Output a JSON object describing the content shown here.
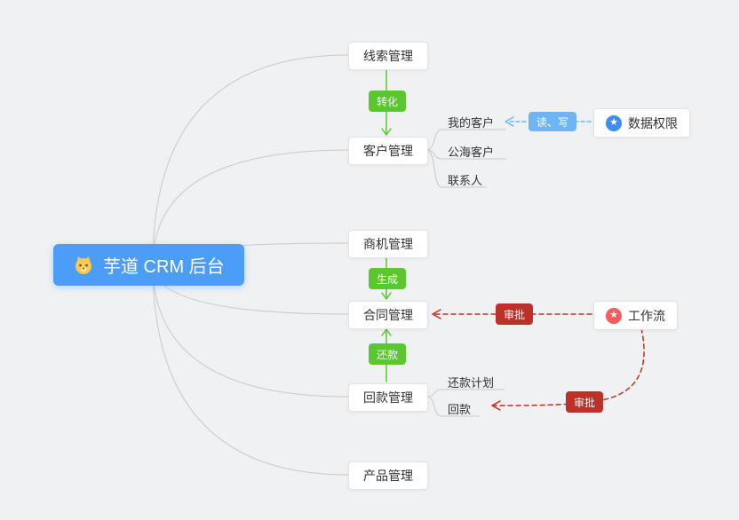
{
  "root": {
    "label": "芋道 CRM 后台"
  },
  "main_nodes": [
    {
      "label": "线索管理"
    },
    {
      "label": "客户管理"
    },
    {
      "label": "商机管理"
    },
    {
      "label": "合同管理"
    },
    {
      "label": "回款管理"
    },
    {
      "label": "产品管理"
    }
  ],
  "customer_children": [
    {
      "label": "我的客户"
    },
    {
      "label": "公海客户"
    },
    {
      "label": "联系人"
    }
  ],
  "payment_children": [
    {
      "label": "还款计划"
    },
    {
      "label": "回款"
    }
  ],
  "side_nodes": [
    {
      "label": "数据权限",
      "glyph": "★"
    },
    {
      "label": "工作流",
      "glyph": "★"
    }
  ],
  "edge_labels": {
    "convert": "转化",
    "generate": "生成",
    "repay": "还款",
    "read_write": "读、写",
    "approve_contract": "审批",
    "approve_payment": "审批"
  },
  "colors": {
    "background": "#f0f1f2",
    "root_blue": "#4c9df6",
    "green": "#5bc72f",
    "light_blue": "#6db6f4",
    "dark_red": "#bc3228",
    "data_permission_icon": "#3f8cf3",
    "workflow_icon": "#f25d5d",
    "line_gray": "#c9c9c9"
  }
}
